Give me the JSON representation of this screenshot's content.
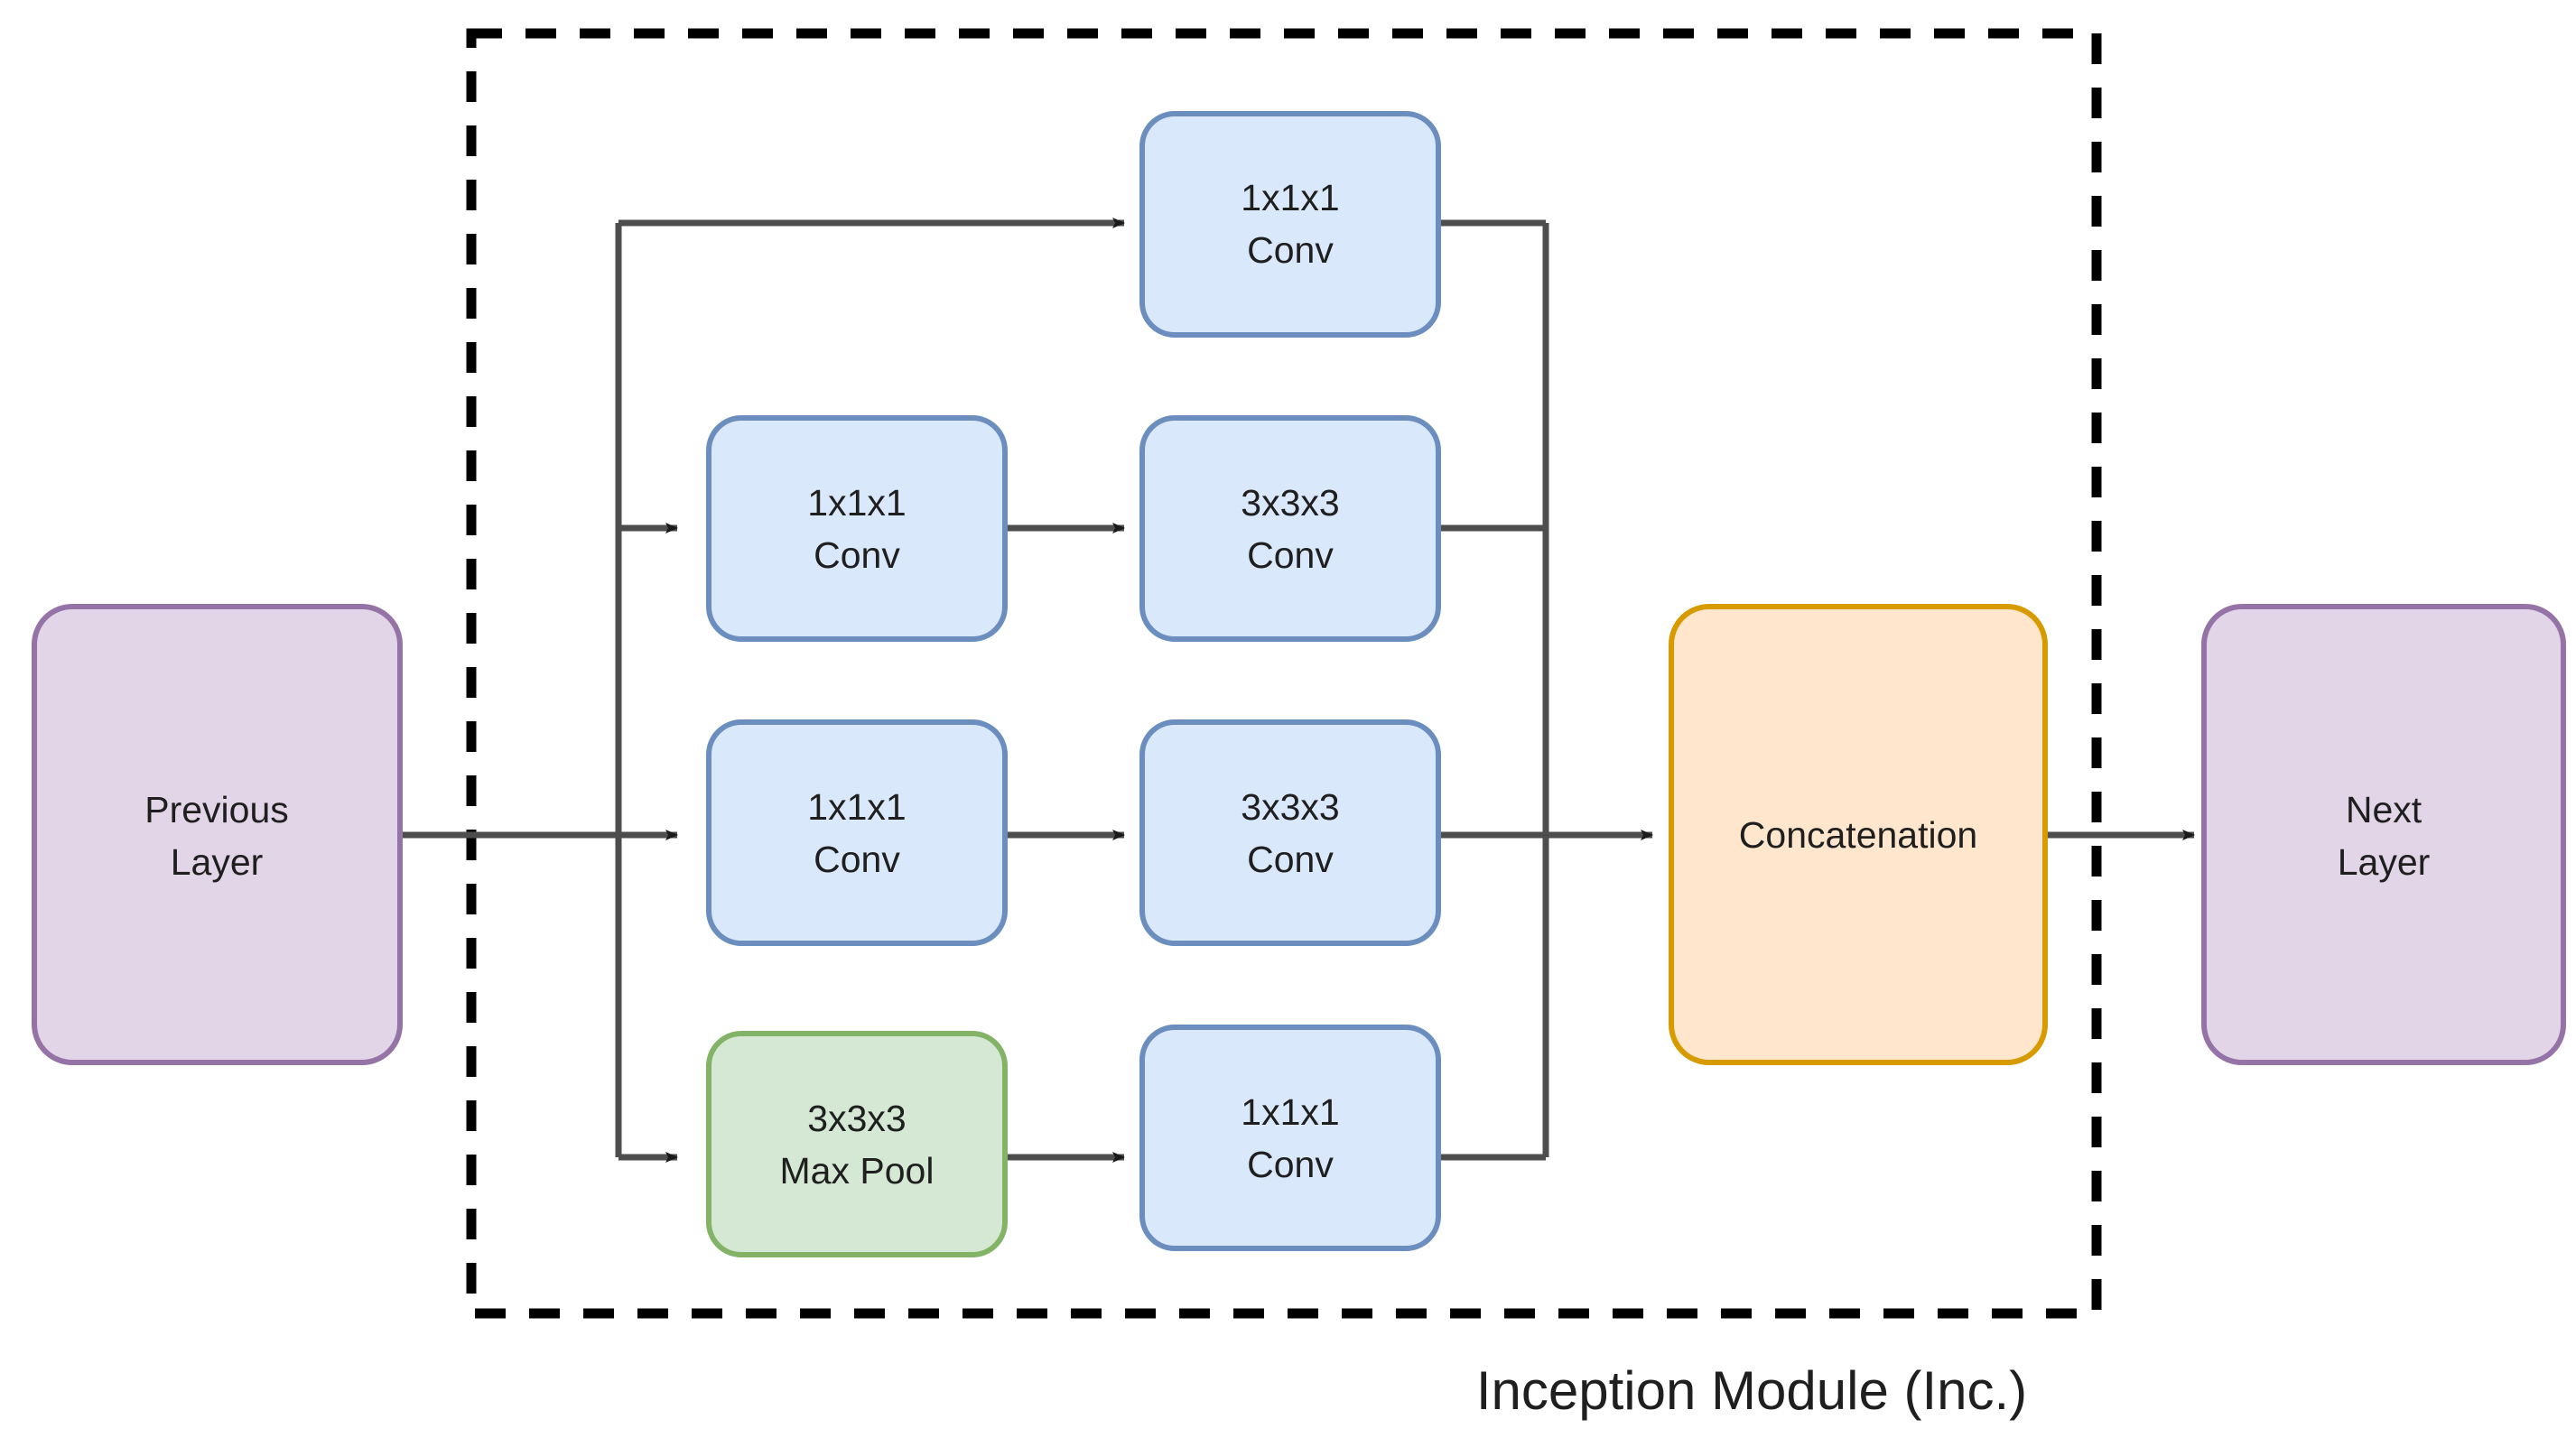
{
  "diagram": {
    "title": "Inception Module (Inc.)",
    "caption": "Inception Module (Inc.)",
    "colors": {
      "purple_fill": "#e1d5e7",
      "purple_stroke": "#9673a6",
      "blue_fill": "#dae8fc",
      "blue_stroke": "#6c8ebf",
      "green_fill": "#d5e8d4",
      "green_stroke": "#82b366",
      "orange_fill": "#ffe6cc",
      "orange_stroke": "#d79b00",
      "edge": "#4d4d4d",
      "dashed_border": "#000000",
      "background": "#ffffff",
      "text": "#1f1f1f"
    },
    "nodes": {
      "previous_layer": {
        "line1": "Previous",
        "line2": "Layer",
        "style": "purple"
      },
      "branch1_conv": {
        "line1": "1x1x1",
        "line2": "Conv",
        "style": "blue"
      },
      "branch2_reduce": {
        "line1": "1x1x1",
        "line2": "Conv",
        "style": "blue"
      },
      "branch2_conv": {
        "line1": "3x3x3",
        "line2": "Conv",
        "style": "blue"
      },
      "branch3_reduce": {
        "line1": "1x1x1",
        "line2": "Conv",
        "style": "blue"
      },
      "branch3_conv": {
        "line1": "3x3x3",
        "line2": "Conv",
        "style": "blue"
      },
      "branch4_pool": {
        "line1": "3x3x3",
        "line2": "Max Pool",
        "style": "green"
      },
      "branch4_conv": {
        "line1": "1x1x1",
        "line2": "Conv",
        "style": "blue"
      },
      "concatenation": {
        "line1": "Concatenation",
        "line2": "",
        "style": "orange"
      },
      "next_layer": {
        "line1": "Next",
        "line2": "Layer",
        "style": "purple"
      }
    }
  }
}
